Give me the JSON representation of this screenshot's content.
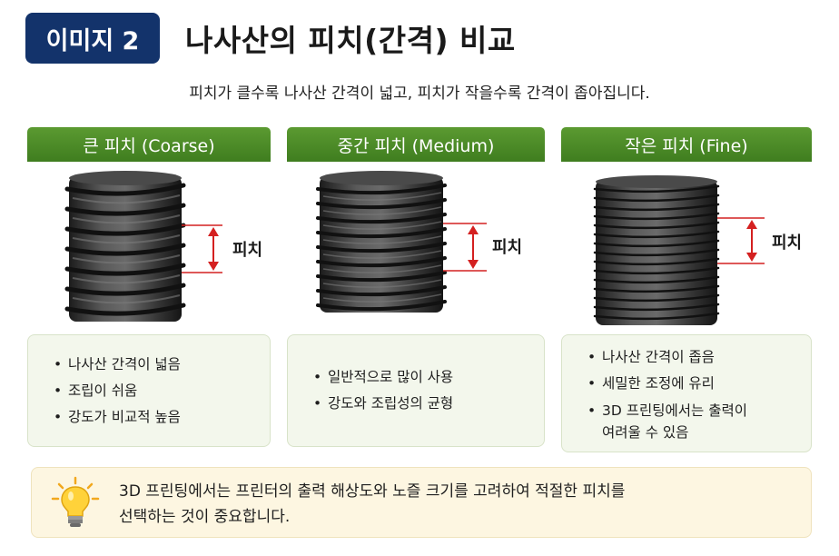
{
  "header": {
    "badge": "이미지 2",
    "title": "나사산의 피치(간격) 비교",
    "subtitle": "피치가 클수록 나사산 간격이 넓고, 피치가 작을수록 간격이 좁아집니다."
  },
  "cards": [
    {
      "title": "큰 피치 (Coarse)",
      "pitch_label": "피치",
      "bullets": [
        "나사산 간격이 넓음",
        "조립이 쉬움",
        "강도가 비교적 높음"
      ]
    },
    {
      "title": "중간 피치 (Medium)",
      "pitch_label": "피치",
      "bullets": [
        "일반적으로 많이 사용",
        "강도와 조립성의 균형"
      ]
    },
    {
      "title": "작은 피치 (Fine)",
      "pitch_label": "피치",
      "bullets": [
        "나사산 간격이 좁음",
        "세밀한 조정에 유리",
        "3D 프린팅에서는 출력이",
        "여려울 수 있음"
      ]
    }
  ],
  "tip": {
    "icon": "lightbulb-icon",
    "line1": "3D 프린팅에서는 프린터의 출력 해상도와 노즐 크기를 고려하여 적절한 피치를",
    "line2": "선택하는 것이 중요합니다."
  },
  "colors": {
    "badge_bg": "#13336b",
    "card_header": "#4a8a26",
    "pitch_arrow": "#d42020",
    "info_bg": "#f3f7ec",
    "tip_bg": "#fdf6e1"
  }
}
